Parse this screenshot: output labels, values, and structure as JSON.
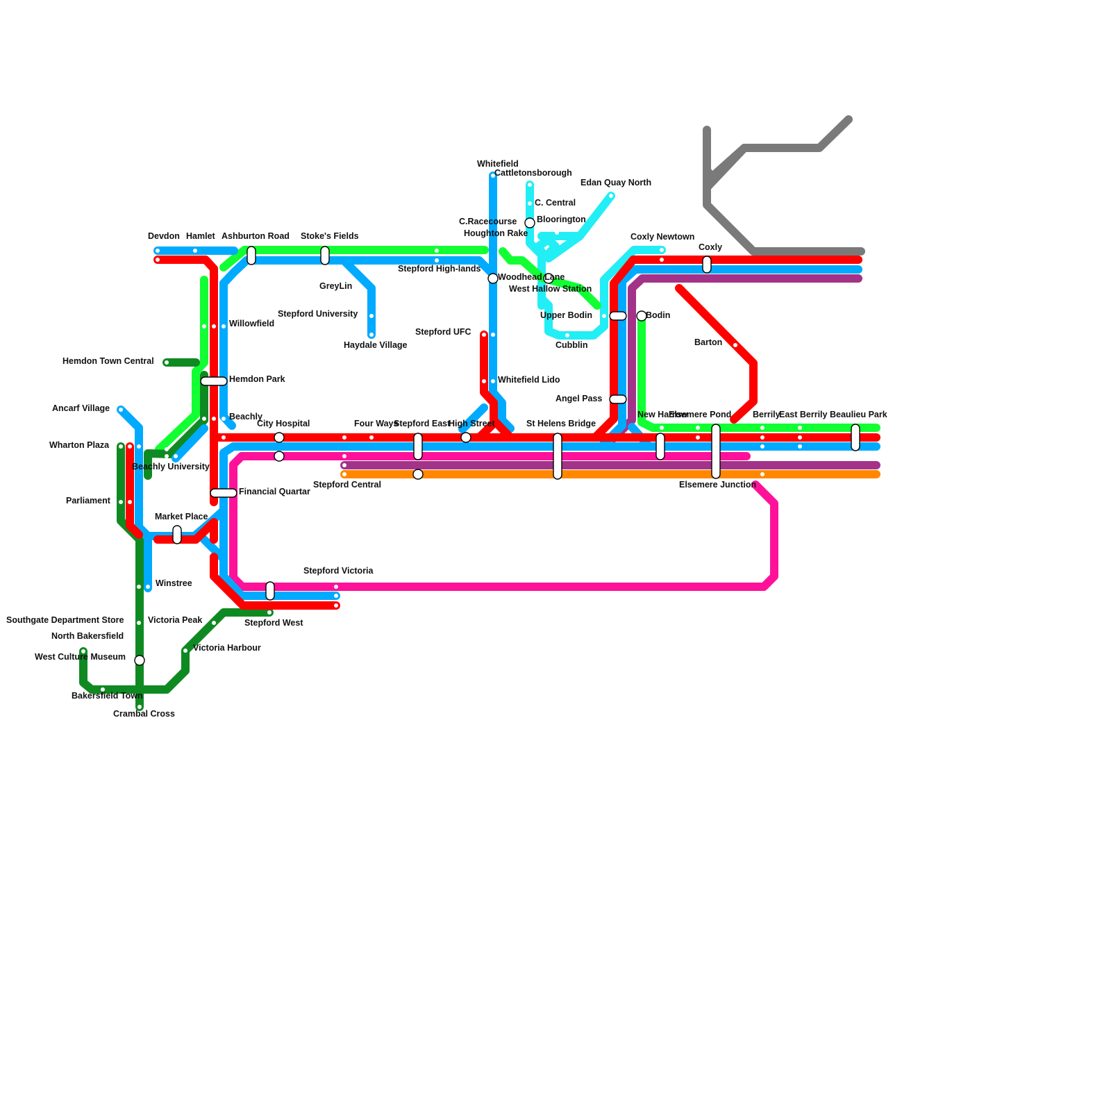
{
  "map": {
    "title": "Stepford Metro Network",
    "colors": {
      "red": "#ff0000",
      "blue": "#00aaff",
      "green": "#11ff33",
      "darkgreen": "#0f8a22",
      "cyan": "#22eef5",
      "pink": "#ff1199",
      "purple": "#a33388",
      "orange": "#ff8800",
      "grey": "#7a7a7a"
    },
    "lines": [
      {
        "id": "grey",
        "color": "grey"
      },
      {
        "id": "orange",
        "color": "orange"
      },
      {
        "id": "purple",
        "color": "purple"
      },
      {
        "id": "pink",
        "color": "pink"
      },
      {
        "id": "cyan",
        "color": "cyan"
      },
      {
        "id": "green",
        "color": "green"
      },
      {
        "id": "darkgreen",
        "color": "darkgreen"
      },
      {
        "id": "blue",
        "color": "blue"
      },
      {
        "id": "red",
        "color": "red"
      }
    ],
    "stations": [
      {
        "name": "Devdon"
      },
      {
        "name": "Hamlet"
      },
      {
        "name": "Ashburton Road"
      },
      {
        "name": "Stoke's Fields"
      },
      {
        "name": "Willowfield"
      },
      {
        "name": "Hemdon Town Central"
      },
      {
        "name": "Hemdon Park"
      },
      {
        "name": "Ancarf Village"
      },
      {
        "name": "Beachly"
      },
      {
        "name": "City Hospital"
      },
      {
        "name": "Wharton Plaza"
      },
      {
        "name": "Beachly University"
      },
      {
        "name": "Financial Quartar"
      },
      {
        "name": "Parliament"
      },
      {
        "name": "Market Place"
      },
      {
        "name": "Winstree"
      },
      {
        "name": "Southgate Department Store"
      },
      {
        "name": "Victoria Peak"
      },
      {
        "name": "North Bakersfield"
      },
      {
        "name": "West Culture Museum"
      },
      {
        "name": "Victoria Harbour"
      },
      {
        "name": "Bakersfield Town"
      },
      {
        "name": "Crambal Cross"
      },
      {
        "name": "Stepford West"
      },
      {
        "name": "Stepford Victoria"
      },
      {
        "name": "GreyLin"
      },
      {
        "name": "Stepford University"
      },
      {
        "name": "Haydale Village"
      },
      {
        "name": "Stepford High-lands"
      },
      {
        "name": "Stepford UFC"
      },
      {
        "name": "Four Ways"
      },
      {
        "name": "Stepford East"
      },
      {
        "name": "High Street"
      },
      {
        "name": "Stepford Central"
      },
      {
        "name": "Whitefield"
      },
      {
        "name": "Cattletonsborough"
      },
      {
        "name": "C. Central"
      },
      {
        "name": "C.Racecourse"
      },
      {
        "name": "Bloorington"
      },
      {
        "name": "Houghton Rake"
      },
      {
        "name": "Edan Quay North"
      },
      {
        "name": "Woodhead Lane"
      },
      {
        "name": "West Hallow Station"
      },
      {
        "name": "Upper Bodin"
      },
      {
        "name": "Cubblin"
      },
      {
        "name": "Whitefield Lido"
      },
      {
        "name": "Angel Pass"
      },
      {
        "name": "St Helens Bridge"
      },
      {
        "name": "Coxly Newtown"
      },
      {
        "name": "Coxly"
      },
      {
        "name": "Bodin"
      },
      {
        "name": "Barton"
      },
      {
        "name": "New Harrow"
      },
      {
        "name": "Elsemere Pond"
      },
      {
        "name": "Elsemere Junction"
      },
      {
        "name": "Berrily"
      },
      {
        "name": "East Berrily"
      },
      {
        "name": "Beaulieu Park"
      }
    ]
  }
}
